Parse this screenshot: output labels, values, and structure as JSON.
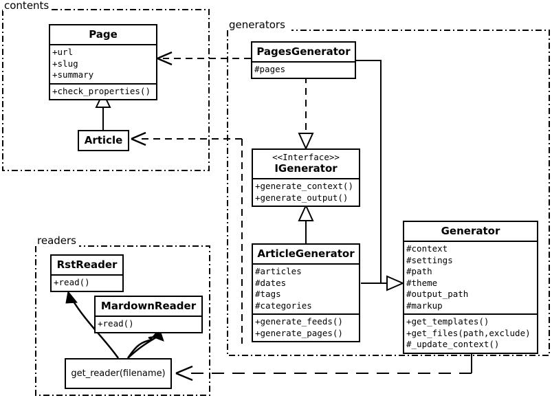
{
  "diagram": {
    "title": "UML class diagram",
    "stroke_color": "#000000",
    "background_color": "#ffffff"
  },
  "packages": [
    {
      "id": "contents",
      "label": "contents"
    },
    {
      "id": "generators",
      "label": "generators"
    },
    {
      "id": "readers",
      "label": "readers"
    }
  ],
  "classes": {
    "page": {
      "name": "Page",
      "attributes": [
        "+url",
        "+slug",
        "+summary"
      ],
      "methods": [
        "+check_properties()"
      ]
    },
    "article": {
      "name": "Article",
      "attributes": [],
      "methods": []
    },
    "pages_generator": {
      "name": "PagesGenerator",
      "attributes": [
        "#pages"
      ],
      "methods": []
    },
    "igenerator": {
      "stereotype": "<<Interface>>",
      "name": "IGenerator",
      "attributes": [],
      "methods": [
        "+generate_context()",
        "+generate_output()"
      ]
    },
    "article_generator": {
      "name": "ArticleGenerator",
      "attributes": [
        "#articles",
        "#dates",
        "#tags",
        "#categories"
      ],
      "methods": [
        "+generate_feeds()",
        "+generate_pages()"
      ]
    },
    "generator": {
      "name": "Generator",
      "attributes": [
        "#context",
        "#settings",
        "#path",
        "#theme",
        "#output_path",
        "#markup"
      ],
      "methods": [
        "+get_templates()",
        "+get_files(path,exclude)",
        "#_update_context()"
      ]
    },
    "rst_reader": {
      "name": "RstReader",
      "attributes": [],
      "methods": [
        "+read()"
      ]
    },
    "mardown_reader": {
      "name": "MardownReader",
      "attributes": [],
      "methods": [
        "+read()"
      ]
    },
    "get_reader": {
      "name": "get_reader(filename)"
    }
  },
  "relationships": [
    {
      "id": "pagesgenerator-to-page",
      "type": "dependency",
      "from": "PagesGenerator",
      "to": "Page"
    },
    {
      "id": "pagesgenerator-to-article",
      "type": "dependency",
      "from": "PagesGenerator",
      "to": "Article"
    },
    {
      "id": "article-to-page",
      "type": "generalization",
      "from": "Article",
      "to": "Page"
    },
    {
      "id": "pagesgenerator-to-igenerator",
      "type": "realization",
      "from": "PagesGenerator",
      "to": "IGenerator"
    },
    {
      "id": "articlegenerator-to-igenerator",
      "type": "generalization",
      "from": "ArticleGenerator",
      "to": "IGenerator"
    },
    {
      "id": "pagesgenerator-to-generator",
      "type": "generalization",
      "from": "PagesGenerator",
      "to": "Generator"
    },
    {
      "id": "articlegenerator-to-generator",
      "type": "generalization",
      "from": "ArticleGenerator",
      "to": "Generator"
    },
    {
      "id": "generator-to-getreader",
      "type": "dependency",
      "from": "Generator",
      "to": "get_reader(filename)"
    },
    {
      "id": "getreader-to-rstreader",
      "type": "creates",
      "from": "get_reader(filename)",
      "to": "RstReader"
    },
    {
      "id": "getreader-to-mardownreader",
      "type": "creates",
      "from": "get_reader(filename)",
      "to": "MardownReader"
    }
  ]
}
